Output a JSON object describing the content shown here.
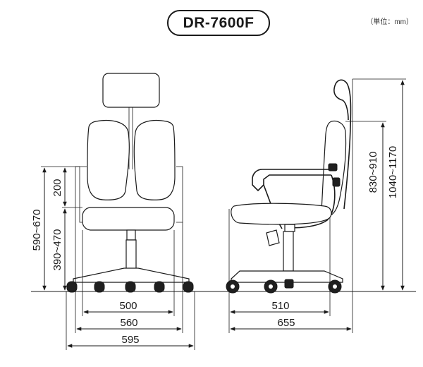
{
  "title": "DR-7600F",
  "unit_note": "（単位：mm）",
  "front_view": {
    "height_total": "590~670",
    "seat_height": "390~470",
    "backrest_height": "200",
    "widths": [
      "500",
      "560",
      "595"
    ]
  },
  "side_view": {
    "height_back": "830~910",
    "height_with_headrest": "1040~1170",
    "depths": [
      "510",
      "655"
    ]
  }
}
